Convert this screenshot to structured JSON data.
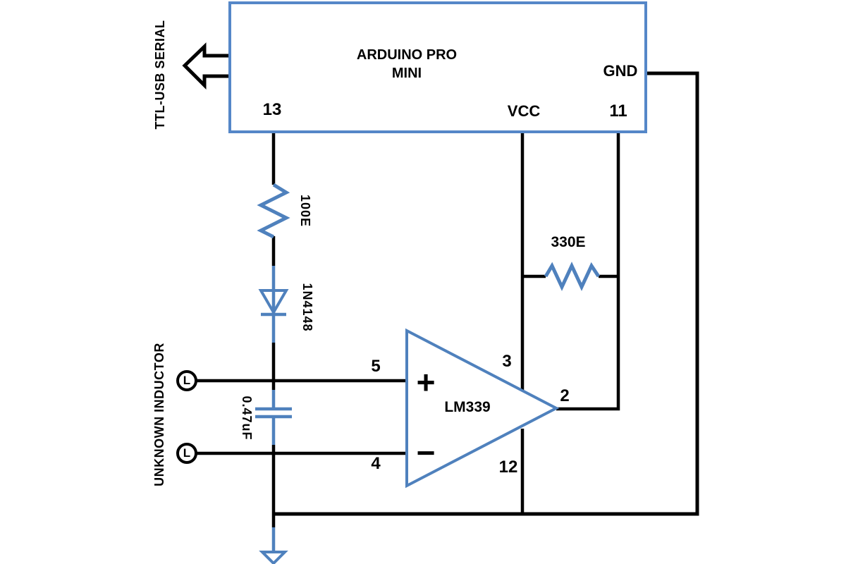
{
  "colors": {
    "component_blue": "#4f81bd",
    "box_border_blue": "#5587c8",
    "wire_black": "#000000",
    "background": "#ffffff"
  },
  "arduino": {
    "title_line1": "ARDUINO PRO",
    "title_line2": "MINI",
    "pin_13": "13",
    "pin_vcc": "VCC",
    "pin_11": "11",
    "pin_gnd": "GND"
  },
  "serial": {
    "label": "TTL-USB SERIAL"
  },
  "inductor": {
    "label": "UNKNOWN INDUCTOR",
    "terminal_1": "L",
    "terminal_2": "L"
  },
  "components": {
    "resistor_r1": {
      "value": "100E"
    },
    "diode_d1": {
      "value": "1N4148"
    },
    "capacitor_c1": {
      "value": "0.47uF"
    },
    "resistor_r2": {
      "value": "330E"
    },
    "comparator": {
      "name": "LM339",
      "plus": "+",
      "minus": "−",
      "pin_in_plus": "5",
      "pin_in_minus": "4",
      "pin_vplus": "3",
      "pin_gnd": "12",
      "pin_out": "2"
    }
  }
}
